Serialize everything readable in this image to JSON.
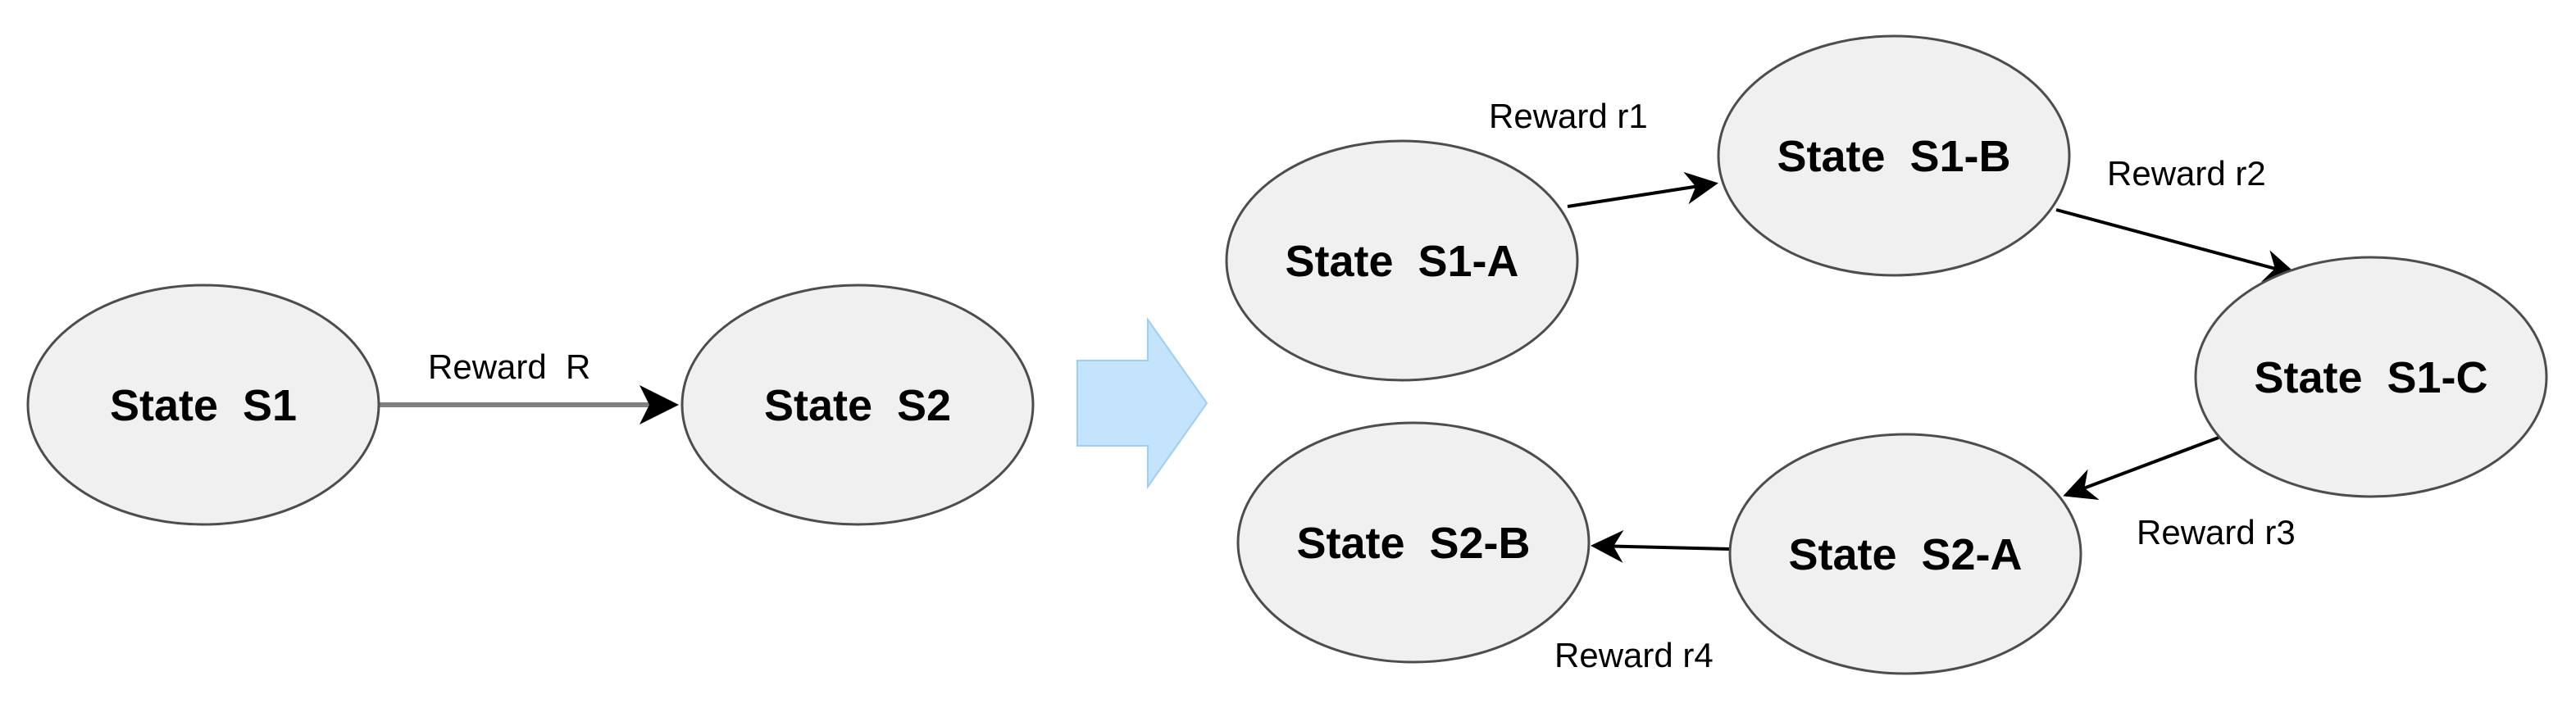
{
  "left_diagram": {
    "states": {
      "s1": "State  S1",
      "s2": "State  S2"
    },
    "edge_label": "Reward  R"
  },
  "right_diagram": {
    "states": {
      "s1a": "State  S1-A",
      "s1b": "State  S1-B",
      "s1c": "State  S1-C",
      "s2a": "State  S2-A",
      "s2b": "State  S2-B"
    },
    "edge_labels": {
      "r1": "Reward r1",
      "r2": "Reward r2",
      "r3": "Reward r3",
      "r4": "Reward r4"
    }
  },
  "colors": {
    "state_fill": "#f0f0f0",
    "state_stroke": "#4d4d4d",
    "arrow": "#000000",
    "transform_arrow": "#c4e3fc"
  }
}
